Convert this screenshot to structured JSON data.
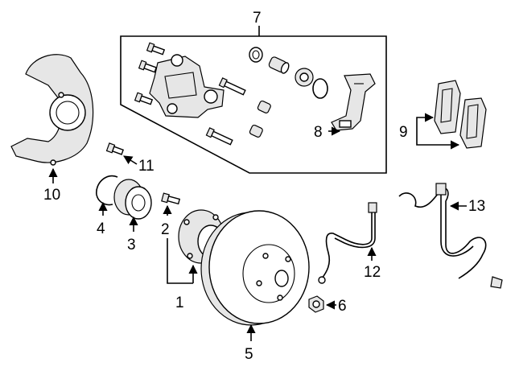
{
  "callouts": [
    {
      "id": "1",
      "text": "1"
    },
    {
      "id": "2",
      "text": "2"
    },
    {
      "id": "3",
      "text": "3"
    },
    {
      "id": "4",
      "text": "4"
    },
    {
      "id": "5",
      "text": "5"
    },
    {
      "id": "6",
      "text": "6"
    },
    {
      "id": "7",
      "text": "7"
    },
    {
      "id": "8",
      "text": "8"
    },
    {
      "id": "9",
      "text": "9"
    },
    {
      "id": "10",
      "text": "10"
    },
    {
      "id": "11",
      "text": "11"
    },
    {
      "id": "12",
      "text": "12"
    },
    {
      "id": "13",
      "text": "13"
    }
  ]
}
